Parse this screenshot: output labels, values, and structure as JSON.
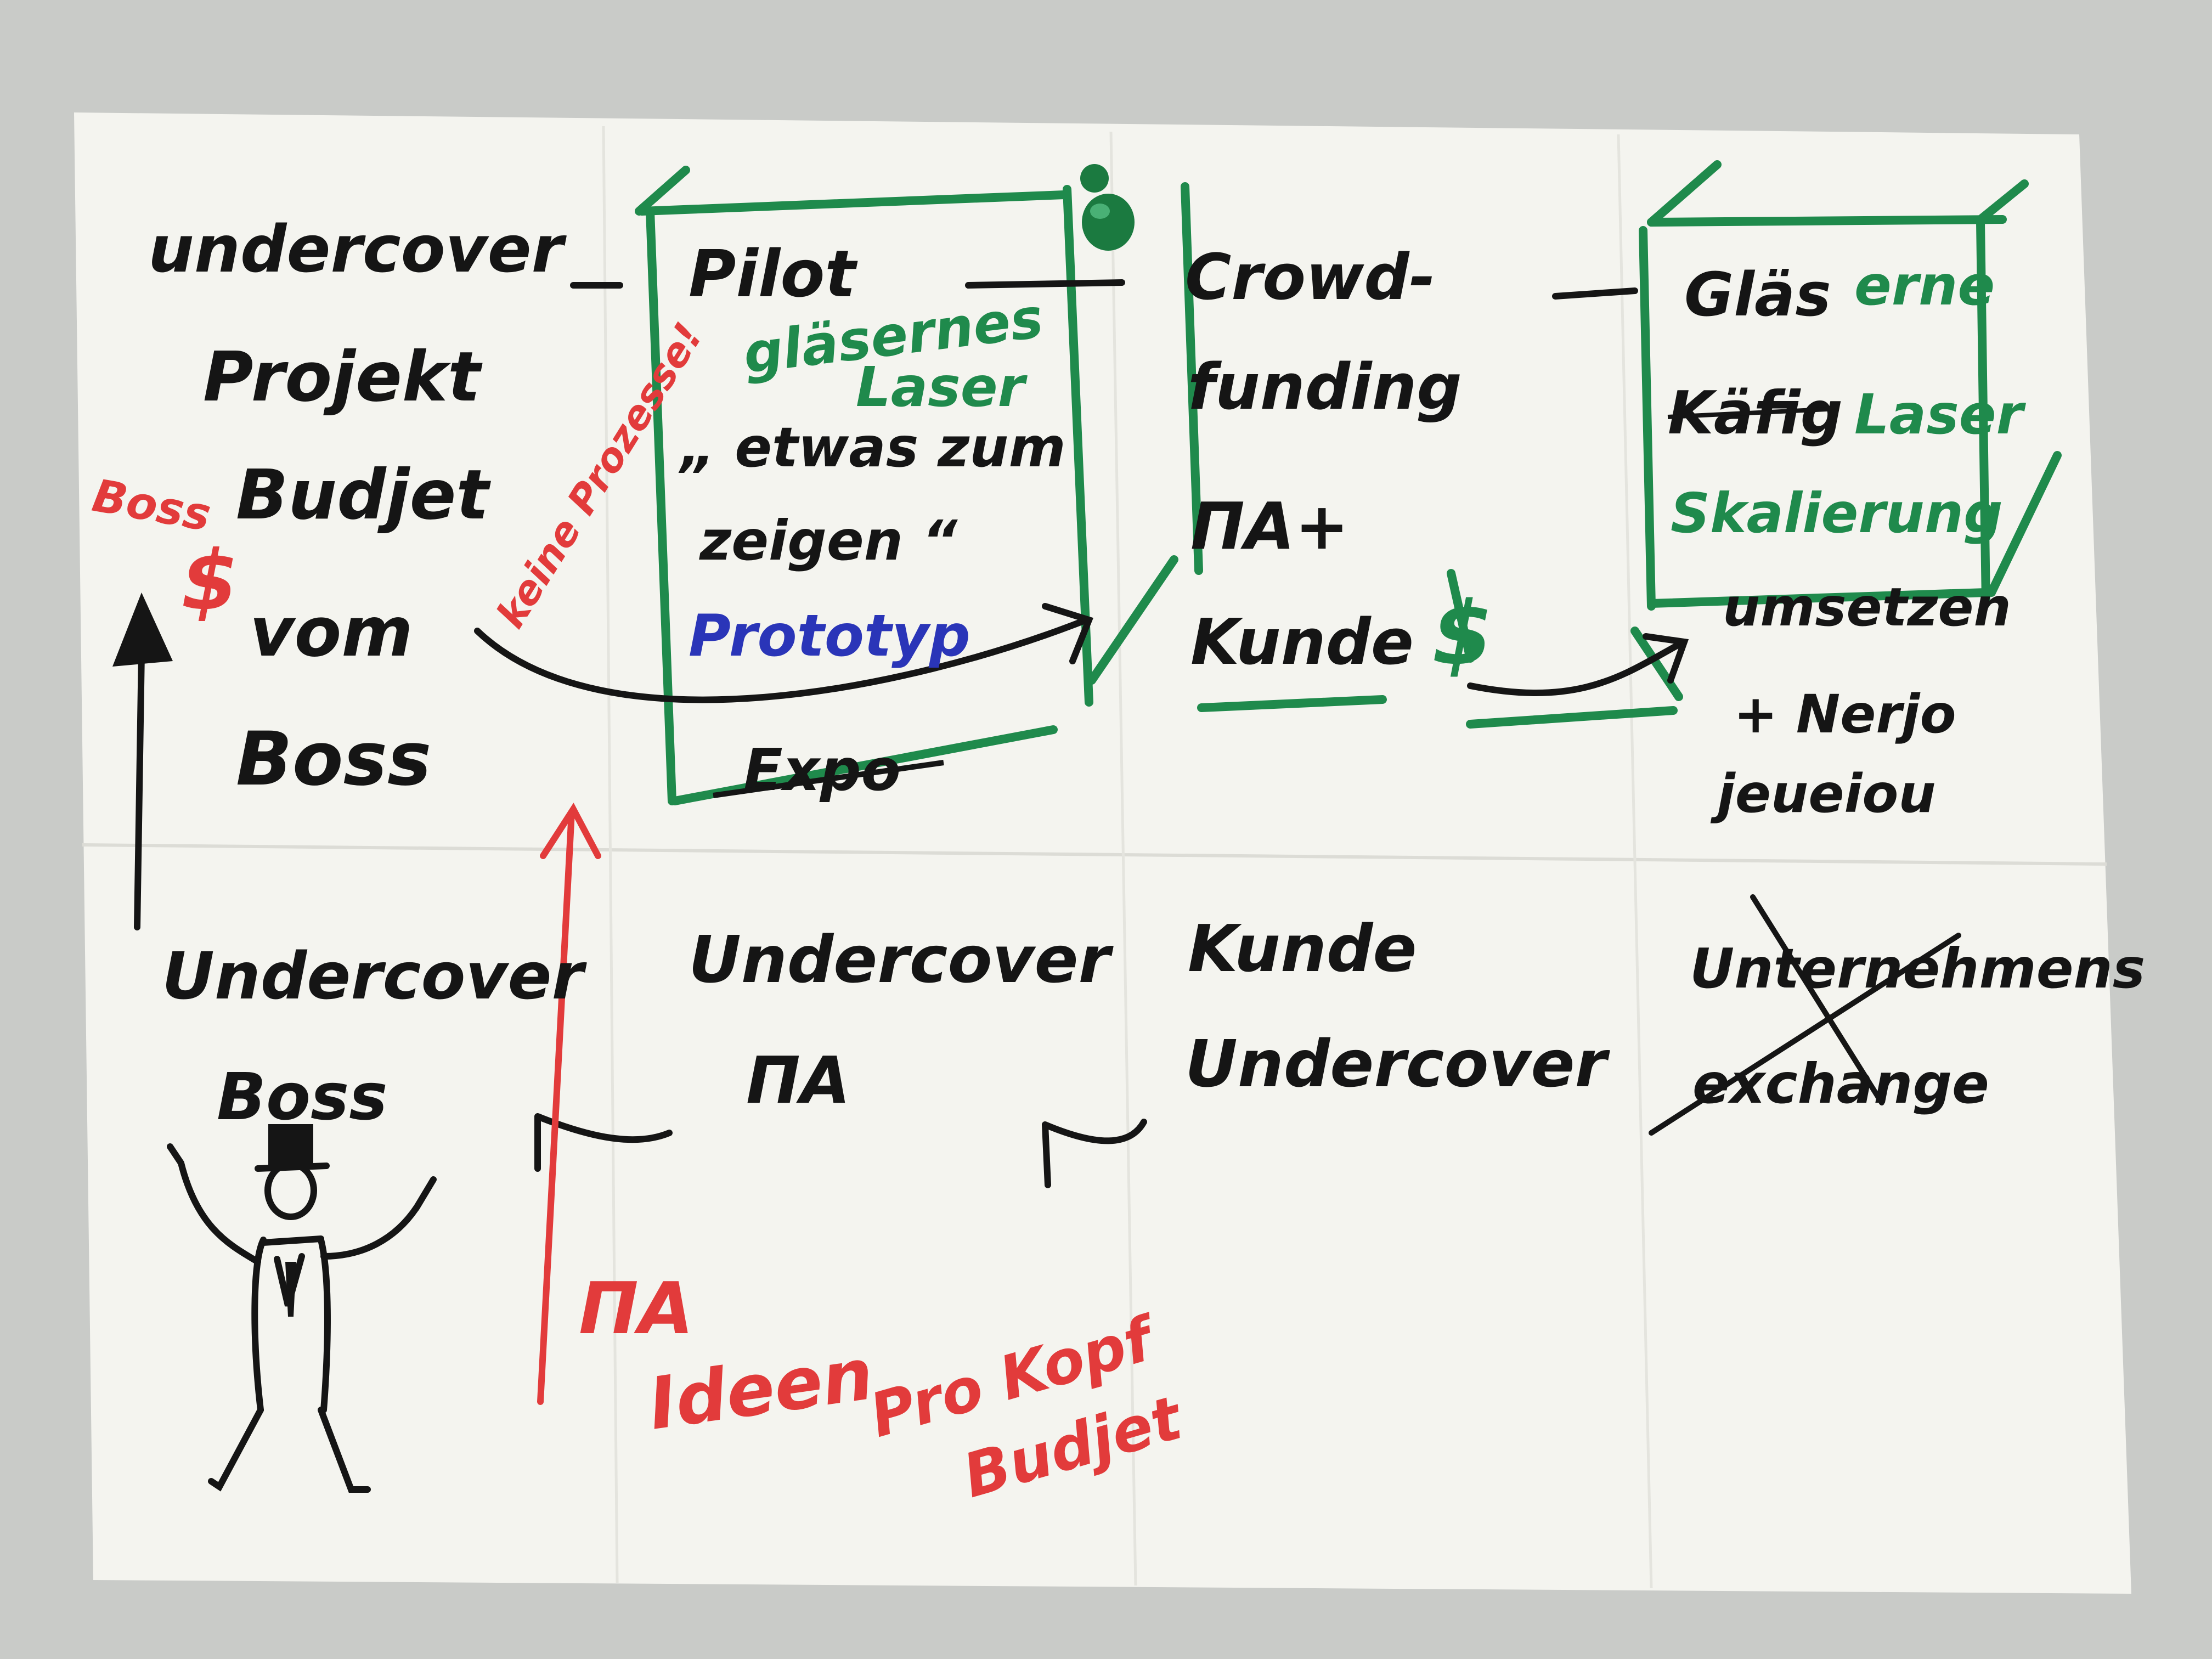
{
  "colors": {
    "background": "#c9cbc8",
    "paper": "#f4f4ef",
    "ink_black": "#151515",
    "ink_green": "#1f8a4c",
    "ink_red": "#e23b3b",
    "ink_blue": "#2a35b8"
  },
  "top_row": {
    "col1": [
      "undercover",
      "Projekt",
      "Budjet",
      "vom",
      "Boss"
    ],
    "col2": {
      "title": "Pilot",
      "green_note": [
        "gläsernes",
        "Laser"
      ],
      "quote_lines": [
        "„ etwas zum",
        "zeigen “"
      ],
      "blue_note": "Prototyp",
      "struck": "Expo"
    },
    "col3": [
      "Crowd-",
      "funding",
      "ПА+",
      "Kunde"
    ],
    "col4": {
      "lines": [
        "Gläs",
        "Käfig",
        "umsetzen",
        "+ Nerjo",
        "jeueiou"
      ],
      "green_overlay": [
        "erne",
        "Laser",
        "Skalierung"
      ]
    },
    "left_red_note": "Boss",
    "center_red_note": "keine Prozesse!"
  },
  "bottom_row": {
    "col1": [
      "Undercover",
      "Boss"
    ],
    "col2": [
      "Undercover",
      "ПА"
    ],
    "col3": [
      "Kunde",
      "Undercover"
    ],
    "col4_struck": [
      "Unternehmens",
      "exchange"
    ],
    "red_notes": [
      "ПА",
      "Ideen",
      "Pro Kopf",
      "Budjet"
    ]
  }
}
